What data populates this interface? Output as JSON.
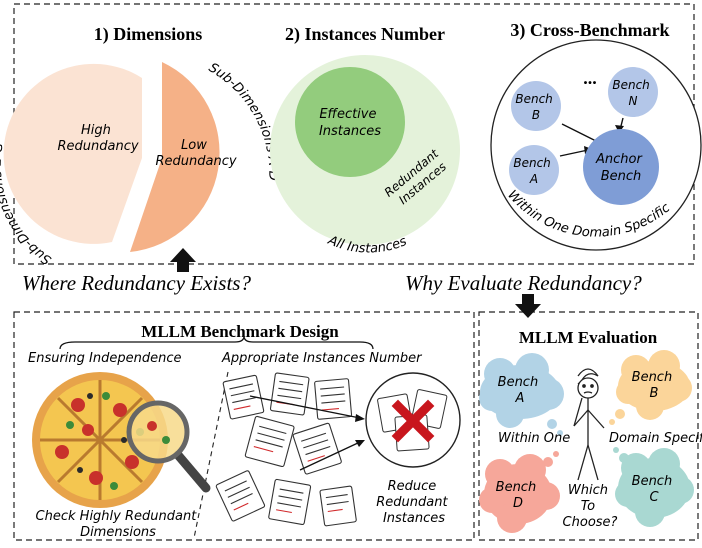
{
  "top": {
    "dimensions": {
      "title": "1) Dimensions",
      "high_line1": "High",
      "high_line2": "Redundancy",
      "low_line1": "Low",
      "low_line2": "Redundancy",
      "left_arc": "Sub-Dimensions E-G",
      "right_arc": "Sub-Dimensions A-D"
    },
    "instances": {
      "title": "2) Instances Number",
      "effective_line1": "Effective",
      "effective_line2": "Instances",
      "redundant_line1": "Redundant",
      "redundant_line2": "Instances",
      "all": "All Instances"
    },
    "cross": {
      "title": "3) Cross-Benchmark",
      "bench_b": [
        "Bench",
        "B"
      ],
      "bench_n": [
        "Bench",
        "N"
      ],
      "bench_a": [
        "Bench",
        "A"
      ],
      "anchor": [
        "Anchor",
        "Bench"
      ],
      "ellipsis": "...",
      "arc": "Within One Domain Specific"
    }
  },
  "questions": {
    "where": "Where Redundancy Exists?",
    "why": "Why Evaluate Redundancy?"
  },
  "bottom": {
    "design": {
      "title": "MLLM Benchmark Design",
      "independence": "Ensuring Independence",
      "appropriate": "Appropriate Instances Number",
      "check_line1": "Check Highly Redundant",
      "check_line2": "Dimensions",
      "reduce_line1": "Reduce",
      "reduce_line2": "Redundant",
      "reduce_line3": "Instances"
    },
    "evaluation": {
      "title": "MLLM Evaluation",
      "bench_a": [
        "Bench",
        "A"
      ],
      "bench_b": [
        "Bench",
        "B"
      ],
      "bench_c": [
        "Bench",
        "C"
      ],
      "bench_d": [
        "Bench",
        "D"
      ],
      "within": "Within One",
      "domain": "Domain Specific",
      "which_line1": "Which",
      "which_line2": "To",
      "which_line3": "Choose?"
    }
  },
  "colors": {
    "high": "#fbe3d3",
    "low": "#f5b187",
    "all_instances": "#e4f2da",
    "effective": "#93cc7d",
    "bench": "#b3c6e8",
    "anchor": "#7f9dd6",
    "cloud_blue": "#b2d3e6",
    "cloud_orange": "#fbd59a",
    "cloud_red": "#f6a79a",
    "cloud_teal": "#a9d8d2",
    "cross": "#c8161d"
  }
}
